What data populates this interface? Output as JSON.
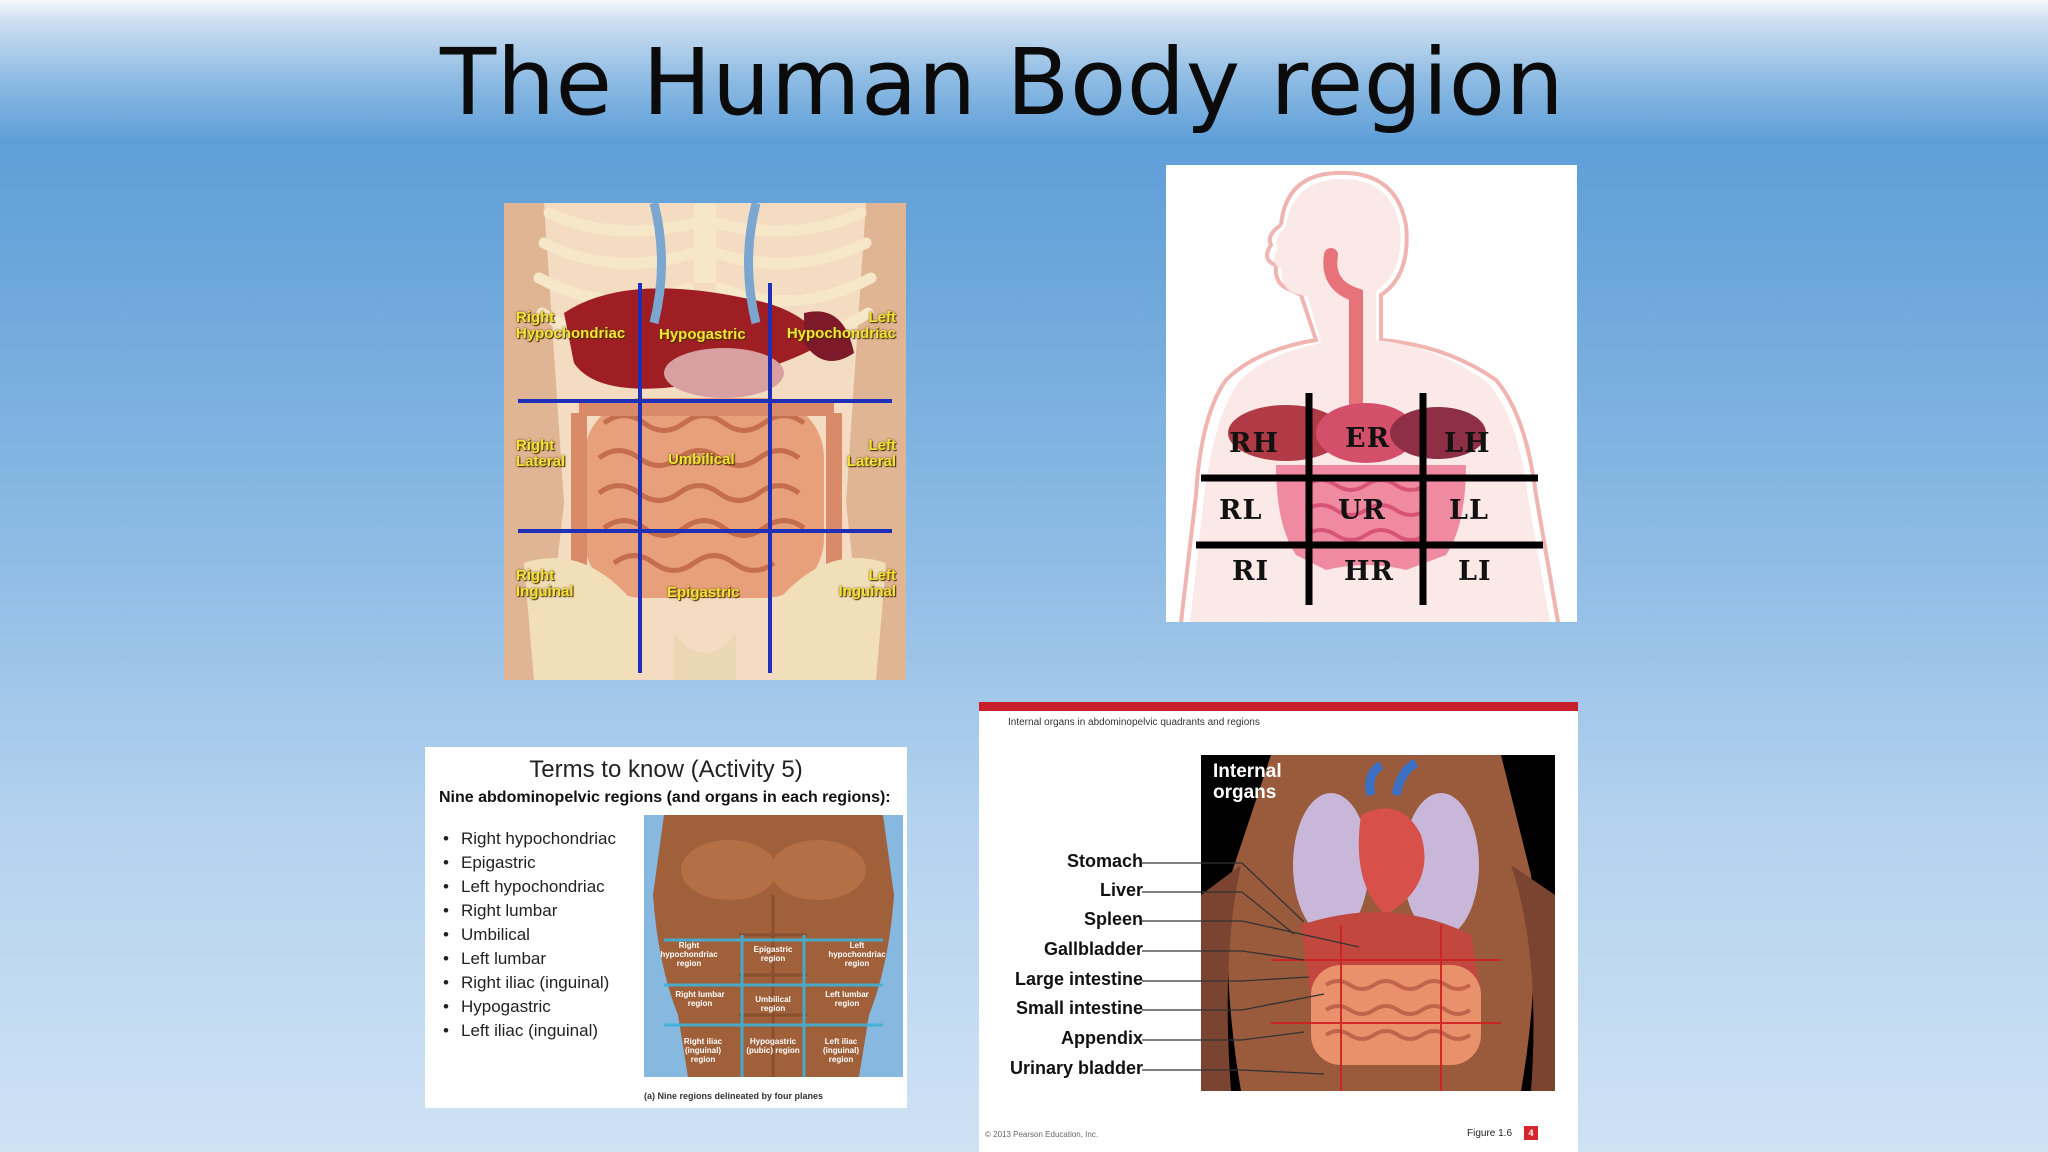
{
  "slide": {
    "title": "The Human Body region"
  },
  "regions_image": {
    "labels": [
      "Right\nHypochondriac",
      "Hypogastric",
      "Left\nHypochondriac",
      "Right\nLateral",
      "Umbilical",
      "Left\nLateral",
      "Right\nInguinal",
      "Epigastric",
      "Left\nInguinal"
    ]
  },
  "quadrant_image": {
    "labels": [
      "RH",
      "ER",
      "LH",
      "RL",
      "UR",
      "LL",
      "RI",
      "HR",
      "LI"
    ]
  },
  "terms_panel": {
    "title": "Terms to know (Activity 5)",
    "subtitle": "Nine abdominopelvic regions (and organs in each regions):",
    "items": [
      "Right hypochondriac",
      "Epigastric",
      "Left hypochondriac",
      "Right lumbar",
      "Umbilical",
      "Left lumbar",
      "Right iliac (inguinal)",
      "Hypogastric",
      "Left iliac (inguinal)"
    ],
    "grid_labels": [
      "Right hypochondriac region",
      "Epigastric region",
      "Left hypochondriac region",
      "Right lumbar region",
      "Umbilical region",
      "Left lumbar region",
      "Right iliac (inguinal) region",
      "Hypogastric (pubic) region",
      "Left iliac (inguinal) region"
    ],
    "caption": "(a) Nine regions delineated by four planes"
  },
  "organs_figure": {
    "header": "Internal organs in abdominopelvic quadrants and regions",
    "photo_label": "Internal organs",
    "organ_labels": [
      "Stomach",
      "Liver",
      "Spleen",
      "Gallbladder",
      "Large intestine",
      "Small intestine",
      "Appendix",
      "Urinary bladder"
    ],
    "copyright": "© 2013 Pearson Education, Inc.",
    "figure_label": "Figure 1.6",
    "badge": "4",
    "accent_color": "#c8202b"
  }
}
